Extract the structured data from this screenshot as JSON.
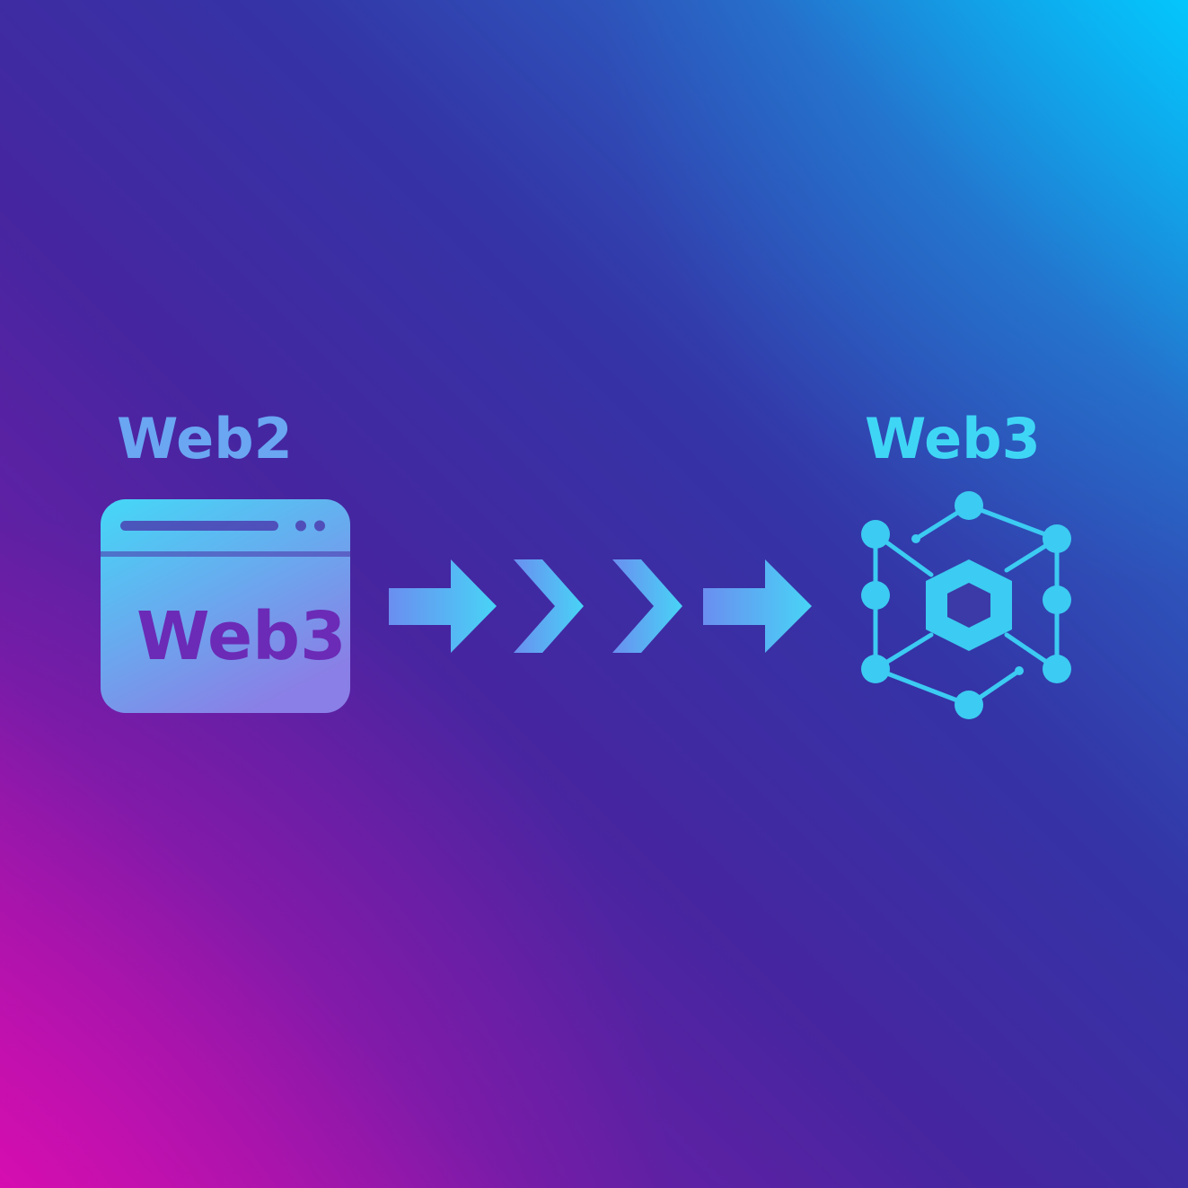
{
  "source": {
    "label": "Web2",
    "icon": "browser-window-icon",
    "window_text": "Web3"
  },
  "target": {
    "label": "Web3",
    "icon": "blockchain-network-icon"
  },
  "connector": {
    "icon": "arrow-chevron-sequence-icon"
  },
  "colors": {
    "web2_label": "#6aa6f2",
    "web3_label": "#3fd6f6",
    "icon_gradient_start": "#44d8f7",
    "icon_gradient_end": "#8a7fe6",
    "window_text": "#6b2bb6"
  }
}
